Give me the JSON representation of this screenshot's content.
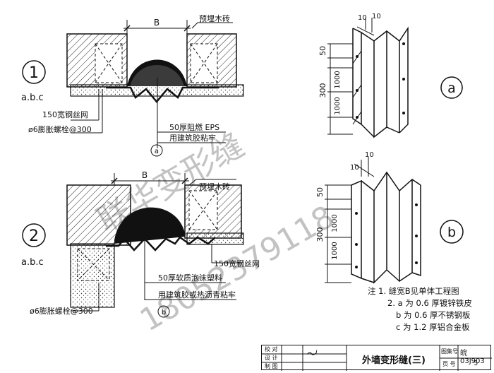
{
  "upper_detail": {
    "number": "1",
    "variants": "a.b.c",
    "dim_width": "B",
    "label_wood_brick": "预埋木砖",
    "label_steel_mesh": "150宽钢丝网",
    "label_bolt": "ø6膨胀螺栓@300",
    "label_eps": "50厚阻燃 EPS",
    "label_glue": "用建筑胶粘牢",
    "callout": "a"
  },
  "lower_detail": {
    "number": "2",
    "variants": "a.b.c",
    "dim_width": "B",
    "label_wood_brick": "预埋木砖",
    "label_steel_mesh": "150宽钢丝网",
    "label_bolt": "ø6膨胀螺栓@300",
    "label_foam": "50厚软质泡沫塑料",
    "label_glue": "用建筑胶或热沥青粘牢",
    "callout": "b"
  },
  "detail_a": {
    "tag": "a",
    "dim_10_left": "10",
    "dim_10_right": "10",
    "dim_50": "50",
    "dim_300": "300",
    "dim_1000_a": "1000",
    "dim_1000_b": "1000"
  },
  "detail_b": {
    "tag": "b",
    "dim_10_left": "10",
    "dim_10_right": "10",
    "dim_50": "50",
    "dim_300": "300",
    "dim_1000_a": "1000",
    "dim_1000_b": "1000"
  },
  "notes": {
    "line1": "注 1. 缝宽B见单体工程图",
    "line2": "2. a 为 0.6 厚镀锌铁皮",
    "line3": "b 为 0.6 厚不锈钢板",
    "line4": "c 为 1.2 厚铝合金板"
  },
  "title_block": {
    "role1": "校 对",
    "role2": "设 计",
    "role3": "制 图",
    "title": "外墙变形缝(三)",
    "atlas_label": "图集号",
    "atlas_no": "皖03J903",
    "page_label": "页 号",
    "page_no": "5"
  },
  "watermark": {
    "line1": "联华变形缝",
    "line2": "18052379118"
  }
}
